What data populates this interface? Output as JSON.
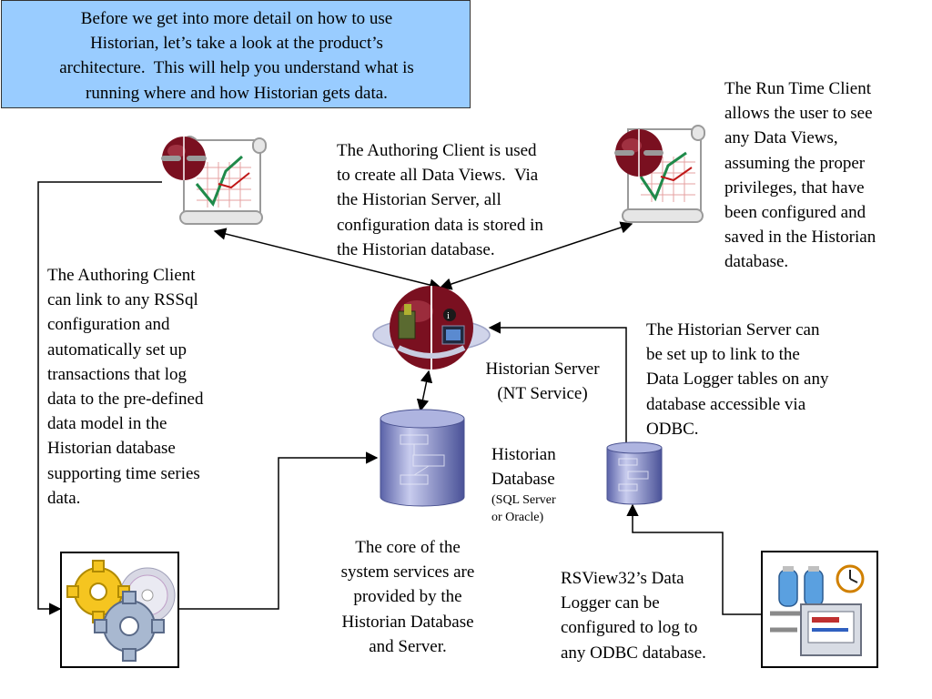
{
  "intro": {
    "text": "Before we get into more detail on how to use\nHistorian, let’s take a look at the product’s\narchitecture.  This will help you understand what is\nrunning where and how Historian gets data."
  },
  "authoring_client_note": {
    "text": "The Authoring Client is used\nto create all Data Views.  Via\nthe Historian Server, all\nconfiguration data is stored in\nthe Historian database."
  },
  "run_time_client_note": {
    "text": "The Run Time Client\nallows the user to see\nany Data Views,\nassuming the proper\nprivileges, that have\nbeen configured and\nsaved in the Historian\ndatabase."
  },
  "rssql_note": {
    "text": "The Authoring Client\ncan link to any RSSql\nconfiguration and\nautomatically set up\ntransactions that log\ndata to the pre-defined\ndata model in the\nHistorian database\nsupporting time series\ndata."
  },
  "historian_server": {
    "label": "Historian Server\n(NT Service)"
  },
  "historian_server_note": {
    "text": "The Historian Server can\nbe set up to link to the\nData Logger tables on any\ndatabase accessible via\nODBC."
  },
  "historian_database": {
    "label": "Historian\nDatabase",
    "sublabel": "(SQL Server\nor Oracle)"
  },
  "core_services_note": {
    "text": "The core of the\nsystem services are\nprovided by the\nHistorian Database\nand Server."
  },
  "data_logger_note": {
    "text": "RSView32’s Data\nLogger can be\nconfigured to log to\nany ODBC database."
  },
  "icons": {
    "authoring_client": "authoring-client-chart-icon",
    "run_time_client": "run-time-client-chart-icon",
    "server": "historian-server-globe-icon",
    "historian_db": "database-cylinder-icon",
    "odbc_db": "database-cylinder-icon",
    "rssql": "gears-cd-icon",
    "rsview32": "process-monitor-icon"
  },
  "colors": {
    "intro_box": "#99ccff",
    "sphere": "#7a1020",
    "database": "#7e86c8"
  }
}
